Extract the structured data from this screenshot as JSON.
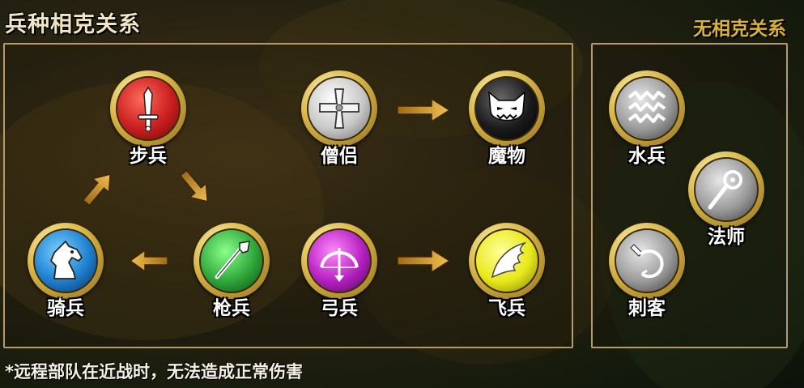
{
  "title": "兵种相克关系",
  "side_title": "无相克关系",
  "footnote": "*远程部队在近战时，无法造成正常伤害",
  "units": {
    "infantry": {
      "label": "步兵",
      "icon": "sword-icon",
      "color": "#c81e1e"
    },
    "lancer": {
      "label": "枪兵",
      "icon": "spear-icon",
      "color": "#2ea63a"
    },
    "cavalry": {
      "label": "骑兵",
      "icon": "horse-icon",
      "color": "#1e7fcf"
    },
    "priest": {
      "label": "僧侣",
      "icon": "cross-icon",
      "color": "#bfbfbf"
    },
    "monster": {
      "label": "魔物",
      "icon": "demon-icon",
      "color": "#222222"
    },
    "archer": {
      "label": "弓兵",
      "icon": "bow-icon",
      "color": "#b420c0"
    },
    "flyer": {
      "label": "飞兵",
      "icon": "wing-icon",
      "color": "#e8e81a"
    },
    "water": {
      "label": "水兵",
      "icon": "wave-icon",
      "color": "#9a9a9a"
    },
    "mage": {
      "label": "法师",
      "icon": "staff-icon",
      "color": "#9a9a9a"
    },
    "assassin": {
      "label": "刺客",
      "icon": "sickle-icon",
      "color": "#9a9a9a"
    }
  },
  "colors": {
    "accent": "#d8b13a",
    "arrow": "#d9a53c",
    "border": "#b89a6a"
  }
}
